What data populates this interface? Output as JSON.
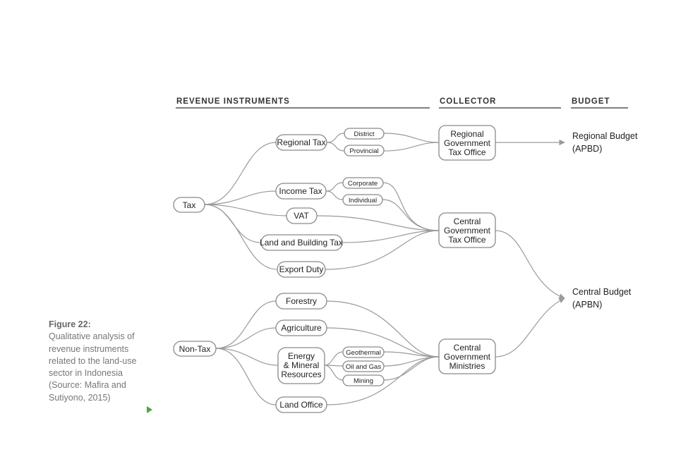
{
  "headers": {
    "revenue": "REVENUE INSTRUMENTS",
    "collector": "COLLECTOR",
    "budget": "BUDGET"
  },
  "nodes": {
    "tax": "Tax",
    "non_tax": "Non-Tax",
    "regional_tax": "Regional Tax",
    "income_tax": "Income Tax",
    "vat": "VAT",
    "land_building_tax": "Land and Building Tax",
    "export_duty": "Export Duty",
    "forestry": "Forestry",
    "agriculture": "Agriculture",
    "energy_mineral": [
      "Energy",
      "& Mineral",
      "Resources"
    ],
    "land_office": "Land Office",
    "district": "District",
    "provincial": "Provincial",
    "corporate": "Corporate",
    "individual": "Individual",
    "geothermal": "Geothermal",
    "oil_gas": "Oil and Gas",
    "mining": "Mining",
    "regional_collector": [
      "Regional",
      "Government",
      "Tax Office"
    ],
    "central_tax_office": [
      "Central",
      "Government",
      "Tax Office"
    ],
    "central_ministries": [
      "Central",
      "Government",
      "Ministries"
    ]
  },
  "budgets": {
    "regional": [
      "Regional Budget",
      "(APBD)"
    ],
    "central": [
      "Central Budget",
      "(APBN)"
    ]
  },
  "caption": {
    "title": "Figure 22:",
    "body": "Qualitative analysis of revenue instruments related to the land-use sector in Indonesia (Source: Mafira and Sutiyono, 2015)"
  },
  "colors": {
    "line": "#9a9a9a",
    "box_border": "#8a8a8a",
    "caption_text": "#777777",
    "play_icon": "#49a93b"
  }
}
